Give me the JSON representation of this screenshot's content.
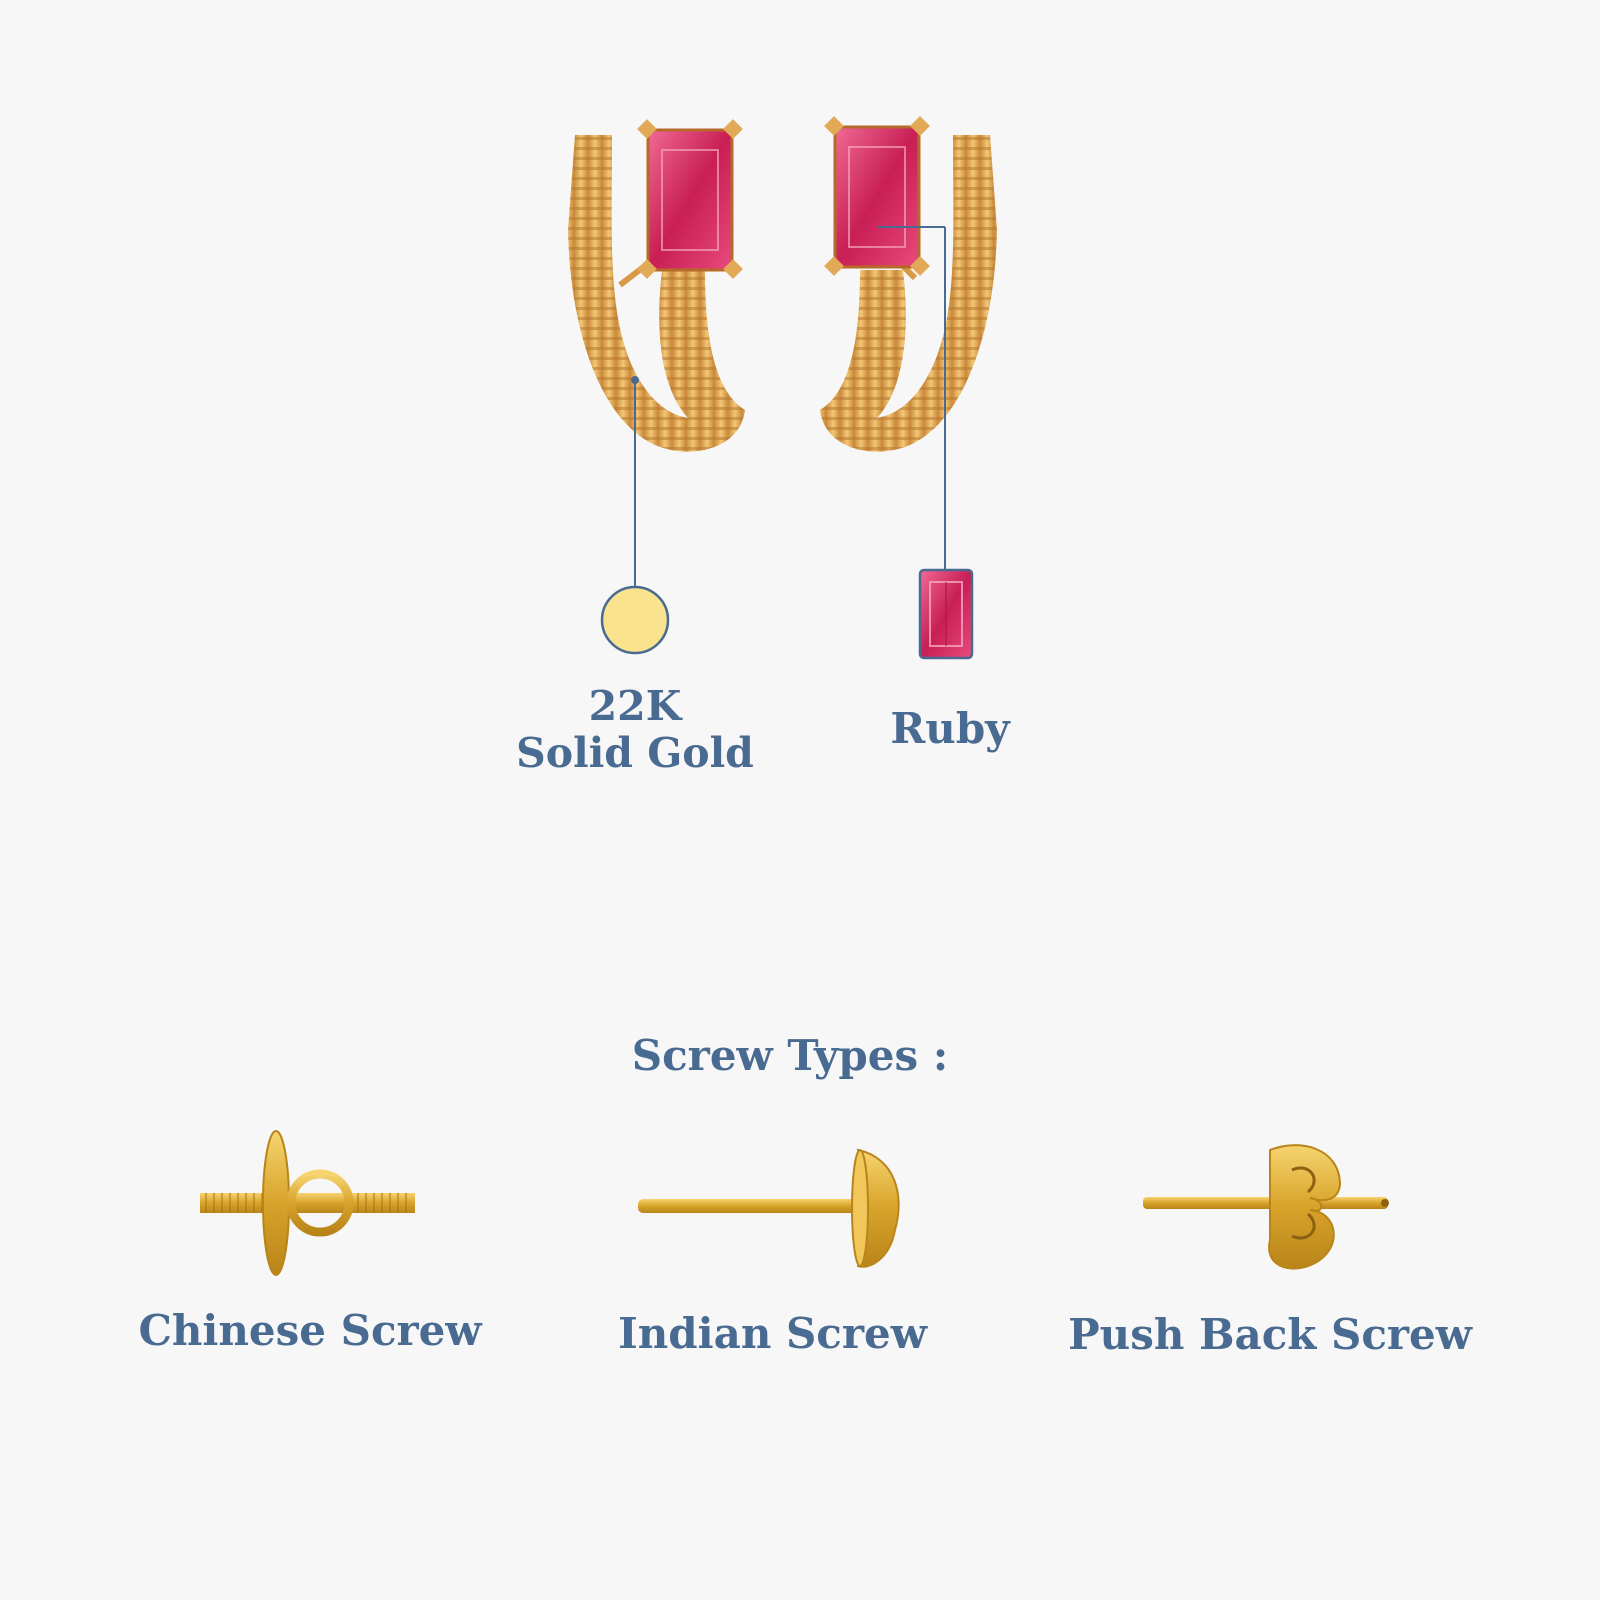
{
  "materials": {
    "gold_line1": "22K",
    "gold_line2": "Solid Gold",
    "ruby": "Ruby"
  },
  "screw_types": {
    "heading": "Screw Types :",
    "items": [
      {
        "label": "Chinese Screw"
      },
      {
        "label": "Indian Screw"
      },
      {
        "label": "Push Back Screw"
      }
    ]
  },
  "colors": {
    "text": "#4a6b91",
    "gold": "#e7b35c",
    "gold_swatch": "#f9e38f",
    "ruby": "#d3245e",
    "leader_line": "#4a6b91"
  }
}
